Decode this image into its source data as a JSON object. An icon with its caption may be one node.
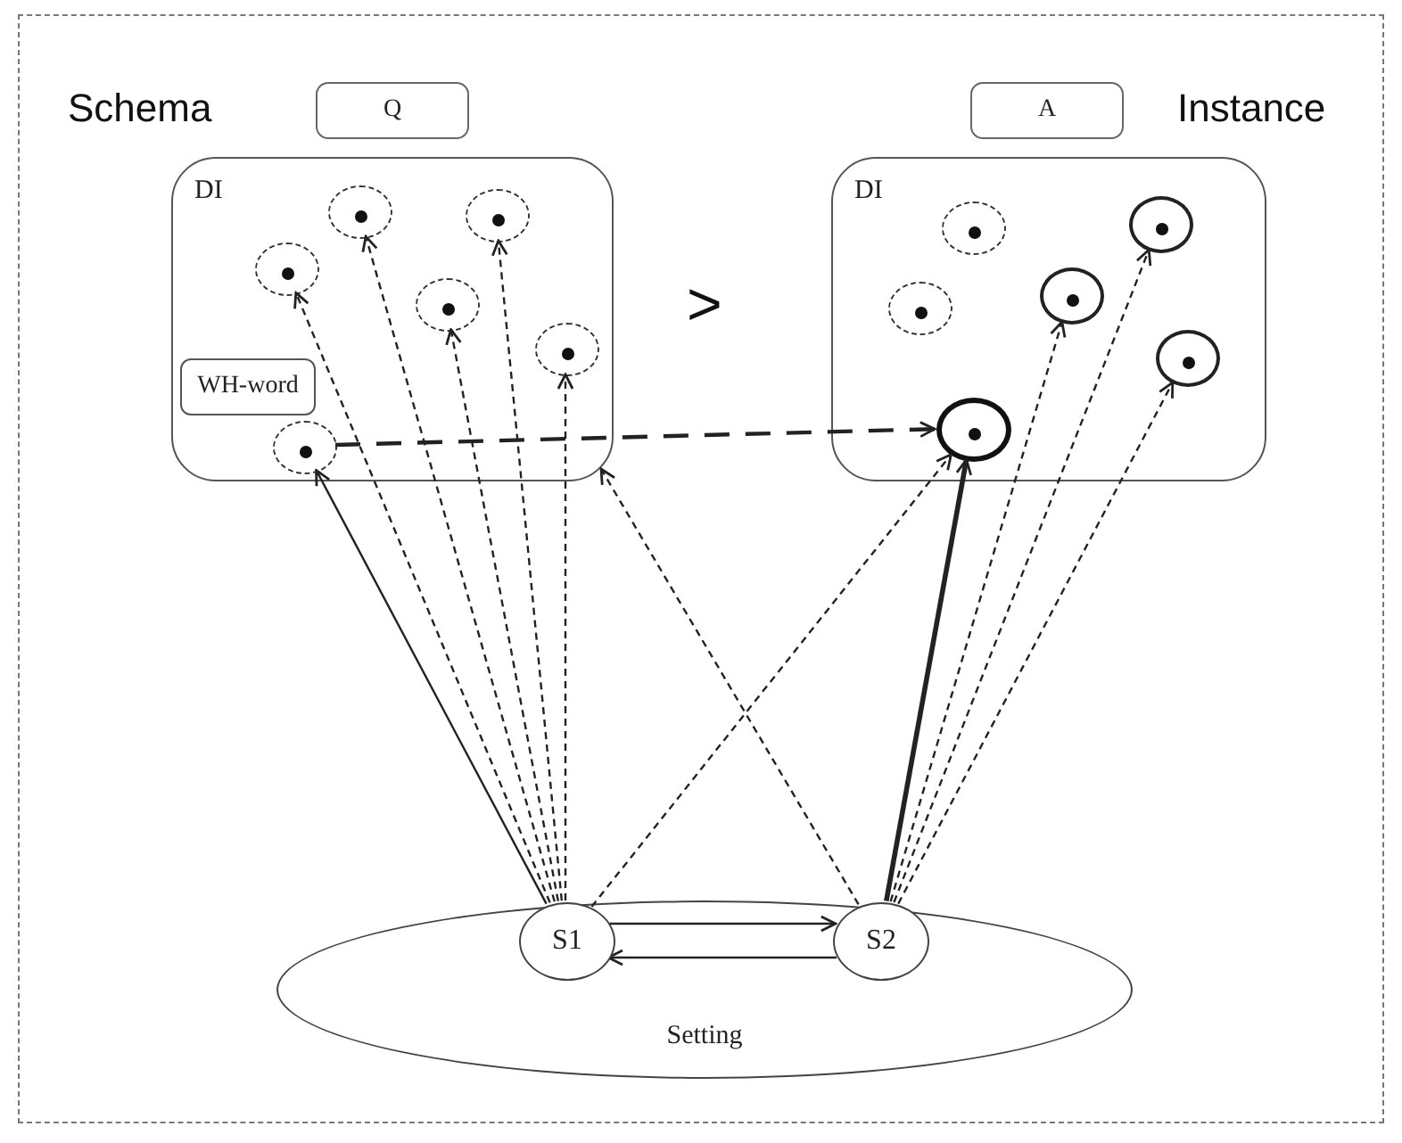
{
  "diagram": {
    "nodes": [
      {
        "text": [
          "Q"
        ]
      },
      {
        "text": [
          "A"
        ]
      },
      {
        "text": [
          "DI"
        ]
      },
      {
        "text": [],
        "shape": "circle",
        "in": 2
      },
      {
        "text": [],
        "shape": "circle",
        "in": 2
      },
      {
        "text": [],
        "shape": "circle",
        "in": 2
      },
      {
        "text": [],
        "shape": "circle",
        "in": 2
      },
      {
        "text": [],
        "shape": "circle",
        "in": 2
      },
      {
        "text": [],
        "shape": "circle",
        "in": 2
      },
      {
        "text": [
          "WH-word"
        ],
        "in": 2
      },
      {
        "text": [
          "DI"
        ]
      },
      {
        "text": [],
        "shape": "circle",
        "in": 10
      },
      {
        "text": [],
        "shape": "circle",
        "in": 10
      },
      {
        "text": [],
        "shape": "circle",
        "in": 10
      },
      {
        "text": [],
        "shape": "circle",
        "in": 10
      },
      {
        "text": [],
        "shape": "circle",
        "in": 10
      },
      {
        "text": [],
        "shape": "circle",
        "in": 10
      },
      {
        "text": [
          "Setting"
        ]
      },
      {
        "text": [
          "S1"
        ],
        "in": 17
      },
      {
        "text": [
          "S2"
        ],
        "in": 17
      }
    ],
    "edges": [
      {
        "from": 18,
        "to": 3,
        "arrow": "to",
        "style": "dashed"
      },
      {
        "from": 18,
        "to": 4,
        "arrow": "to",
        "style": "dashed"
      },
      {
        "from": 18,
        "to": 5,
        "arrow": "to",
        "style": "dashed"
      },
      {
        "from": 18,
        "to": 6,
        "arrow": "to",
        "style": "dashed"
      },
      {
        "from": 18,
        "to": 7,
        "arrow": "to",
        "style": "dashed"
      },
      {
        "from": 18,
        "to": 8,
        "arrow": "to"
      },
      {
        "from": 18,
        "to": 16,
        "arrow": "to",
        "style": "dashed"
      },
      {
        "from": 19,
        "to": 2,
        "arrow": "to",
        "style": "dashed"
      },
      {
        "from": 19,
        "to": 14,
        "arrow": "to",
        "style": "dashed"
      },
      {
        "from": 19,
        "to": 12,
        "arrow": "to",
        "style": "dashed"
      },
      {
        "from": 19,
        "to": 15,
        "arrow": "to",
        "style": "dashed"
      },
      {
        "from": 19,
        "to": 16,
        "arrow": "to",
        "style": "thick"
      },
      {
        "from": 8,
        "to": 16,
        "arrow": "to",
        "style": "dashed"
      },
      {
        "from": 18,
        "to": 19,
        "arrow": "to"
      },
      {
        "from": 19,
        "to": 18,
        "arrow": "to"
      }
    ],
    "labels": [
      "Schema",
      "Instance",
      ">"
    ]
  }
}
